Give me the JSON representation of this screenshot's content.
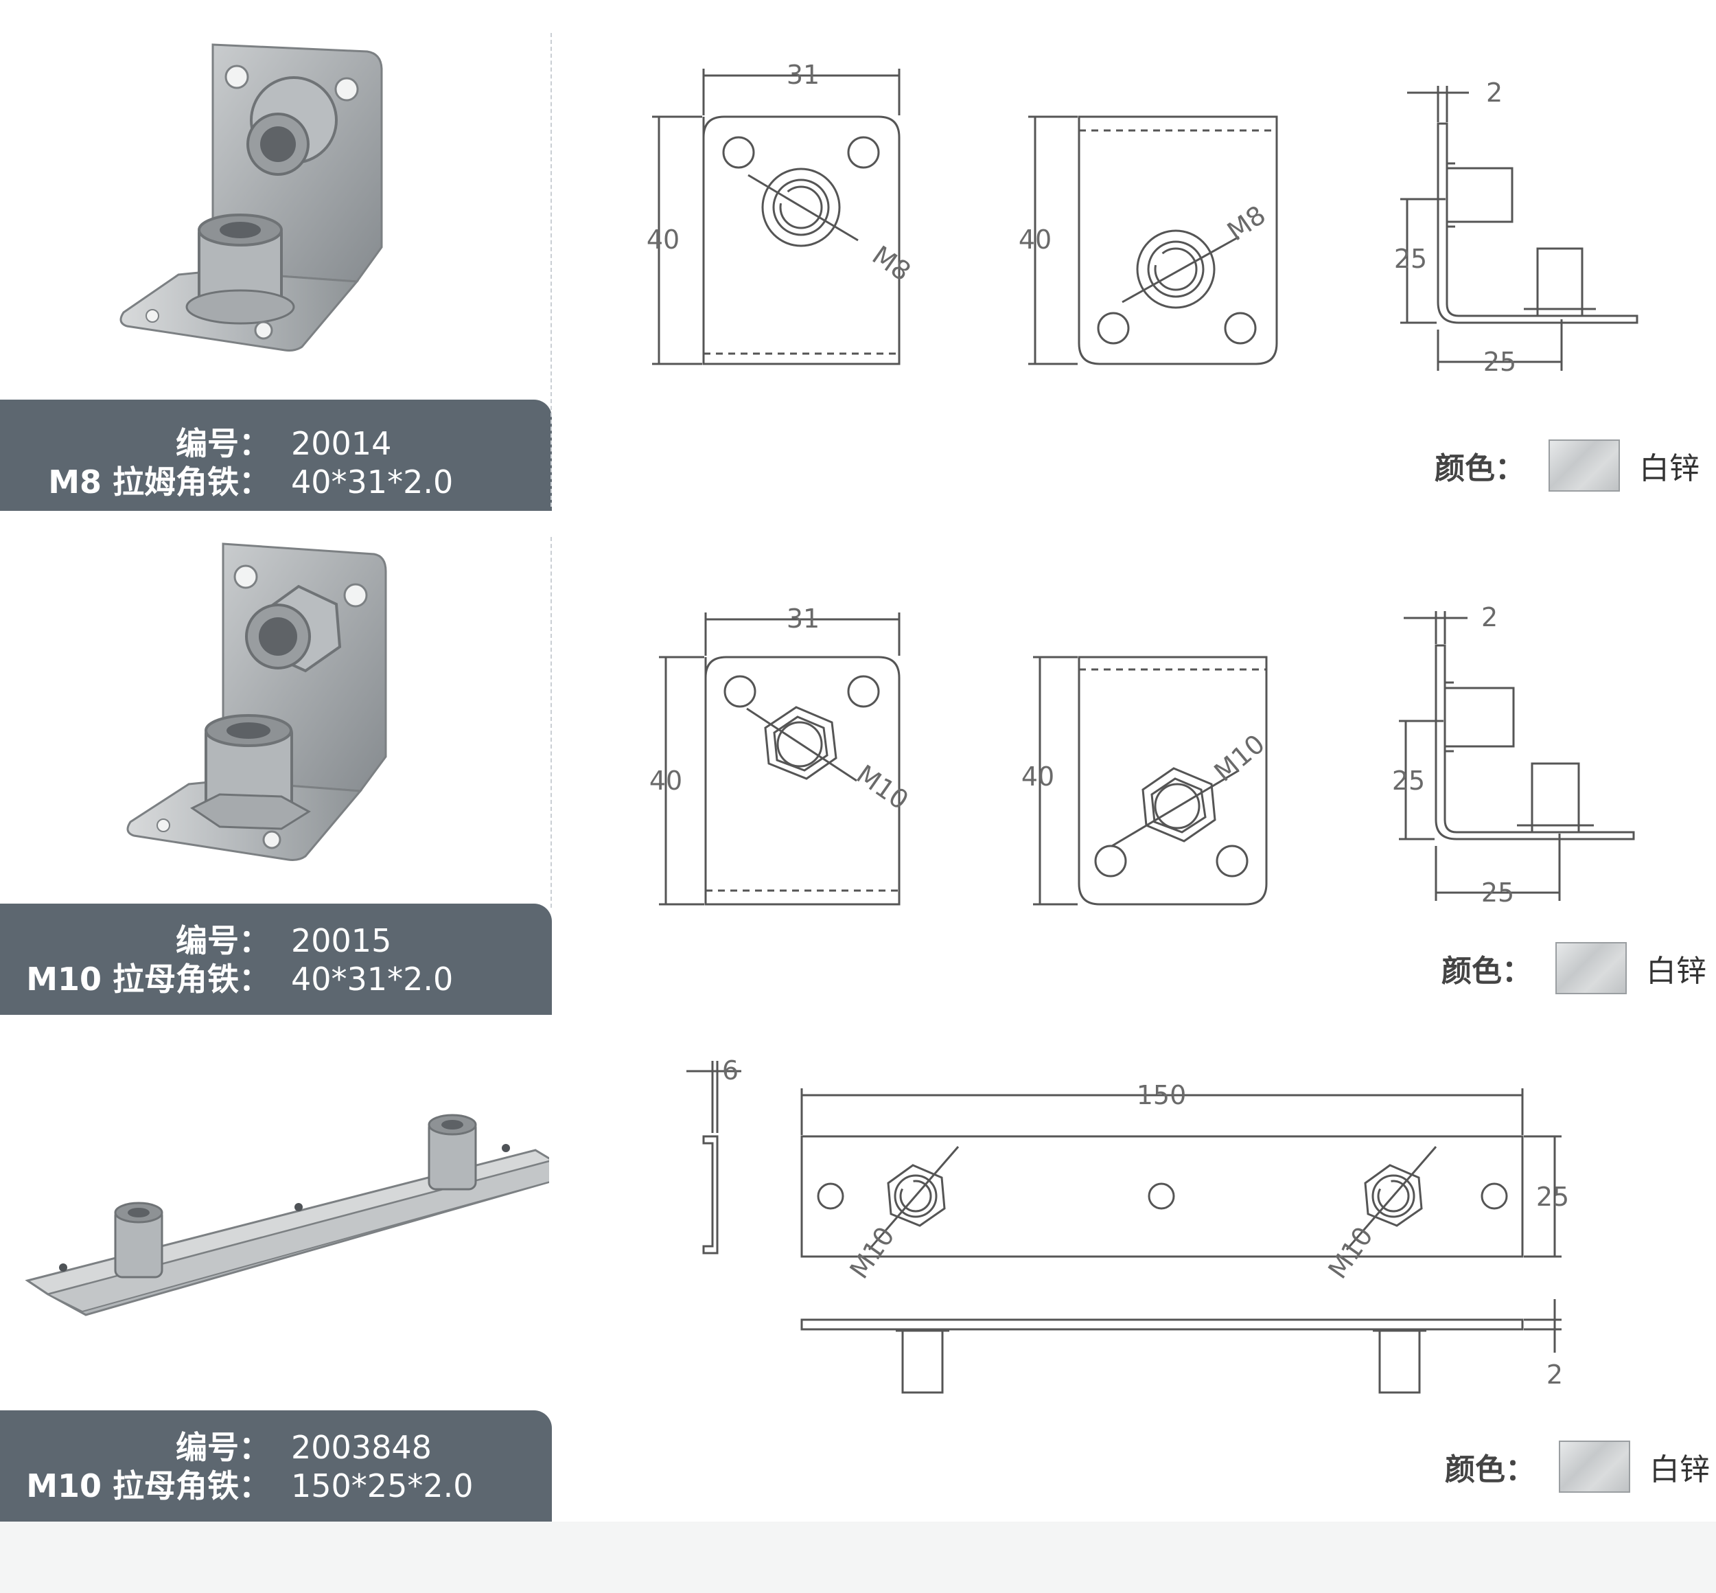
{
  "products": [
    {
      "code_label": "编号：",
      "code": "20014",
      "name_label": "M8 拉姆角铁：",
      "size": "40*31*2.0",
      "dims": {
        "width": "31",
        "height": "40",
        "thread": "M8",
        "thickness": "2",
        "leg_h": "25",
        "leg_w": "25"
      },
      "color_label": "颜色：",
      "color_value": "白锌"
    },
    {
      "code_label": "编号：",
      "code": "20015",
      "name_label": "M10 拉母角铁：",
      "size": "40*31*2.0",
      "dims": {
        "width": "31",
        "height": "40",
        "thread": "M10",
        "thickness": "2",
        "leg_h": "25",
        "leg_w": "25"
      },
      "color_label": "颜色：",
      "color_value": "白锌"
    },
    {
      "code_label": "编号：",
      "code": "2003848",
      "name_label": "M10 拉母角铁：",
      "size": "150*25*2.0",
      "dims": {
        "flange": "6",
        "length": "150",
        "width": "25",
        "thread_a": "M10",
        "thread_b": "M10",
        "thickness": "2"
      },
      "color_label": "颜色：",
      "color_value": "白锌"
    }
  ],
  "colors": {
    "label_bg": "#5d6770",
    "line": "#555555",
    "swatch": "#d0d3d5"
  }
}
